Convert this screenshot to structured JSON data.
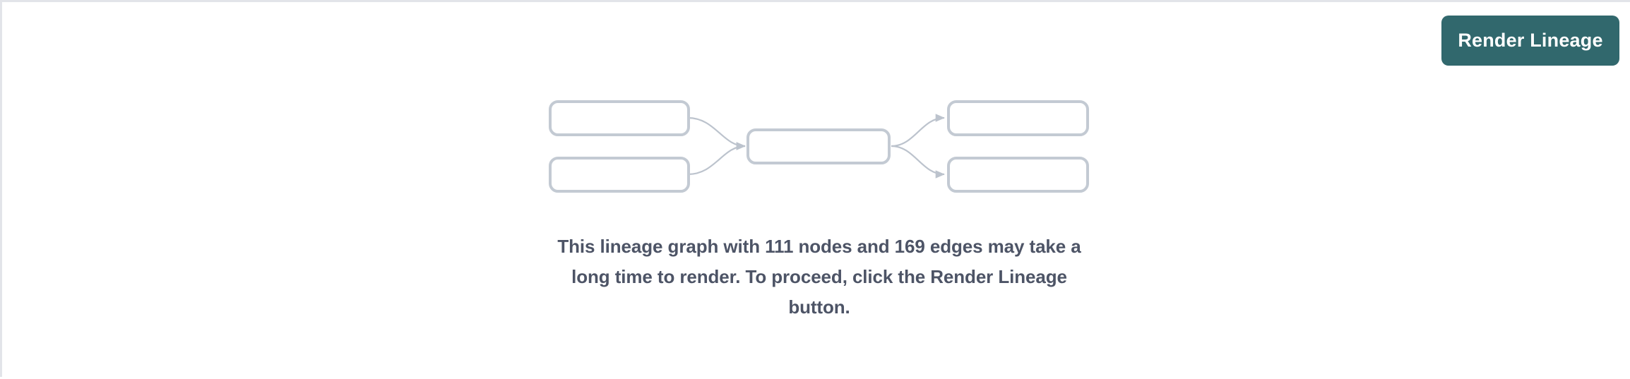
{
  "panel": {
    "name": "lineage-empty-state-panel",
    "background_color": "#ffffff",
    "border_color": "#e2e4e9"
  },
  "toolbar": {
    "render_lineage_label": "Render Lineage",
    "button_color": "#31686d",
    "button_text_color": "#ffffff"
  },
  "empty_state": {
    "message": "This lineage graph with 111 nodes and 169 edges may take a long time to render. To proceed, click the Render Lineage button.",
    "node_count": 111,
    "edge_count": 169,
    "text_color": "#4d5466"
  },
  "graph_placeholder": {
    "name": "lineage-graph-illustration",
    "stroke_color": "#c3cad3",
    "edge_color": "#bcc3cd",
    "nodes": [
      {
        "id": "upstream-1",
        "column": "left",
        "label": ""
      },
      {
        "id": "upstream-2",
        "column": "left",
        "label": ""
      },
      {
        "id": "focus",
        "column": "center",
        "label": ""
      },
      {
        "id": "downstream-1",
        "column": "right",
        "label": ""
      },
      {
        "id": "downstream-2",
        "column": "right",
        "label": ""
      }
    ],
    "edges": [
      {
        "from": "upstream-1",
        "to": "focus"
      },
      {
        "from": "upstream-2",
        "to": "focus"
      },
      {
        "from": "focus",
        "to": "downstream-1"
      },
      {
        "from": "focus",
        "to": "downstream-2"
      }
    ]
  }
}
